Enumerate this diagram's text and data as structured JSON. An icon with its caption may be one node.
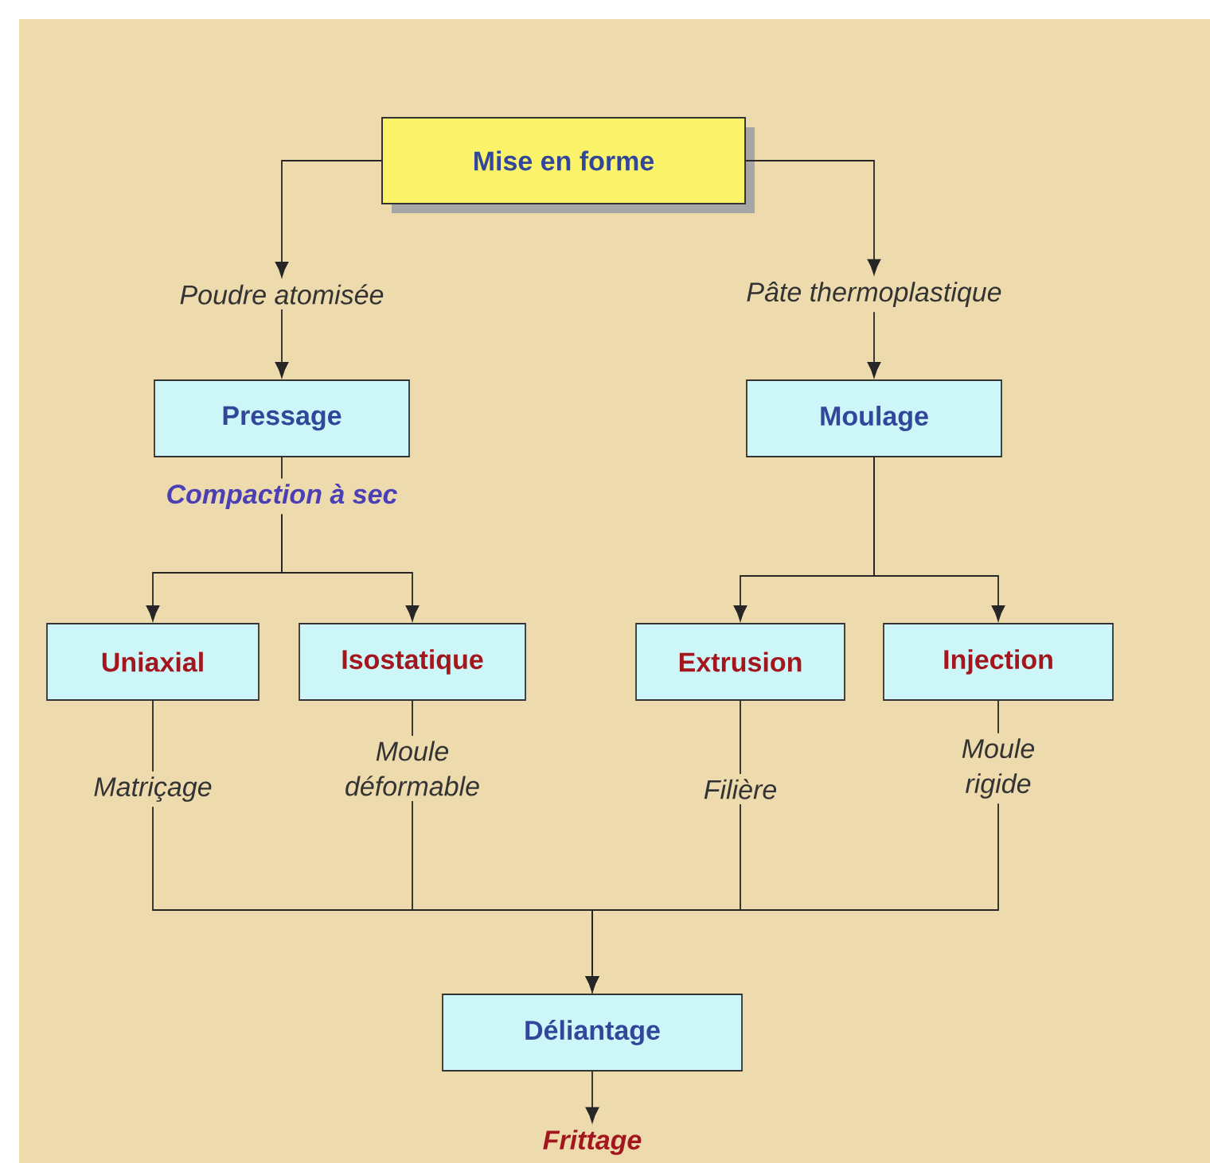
{
  "diagram": {
    "nodes": [
      {
        "text": [
          "Mise en forme"
        ]
      },
      {
        "text": [
          "Poudre atomisée"
        ]
      },
      {
        "text": [
          "Pâte thermoplastique"
        ]
      },
      {
        "text": [
          "Pressage"
        ]
      },
      {
        "text": [
          "Moulage"
        ]
      },
      {
        "text": [
          "Compaction à sec"
        ]
      },
      {
        "text": [
          "Uniaxial"
        ]
      },
      {
        "text": [
          "Isostatique"
        ]
      },
      {
        "text": [
          "Extrusion"
        ]
      },
      {
        "text": [
          "Injection"
        ]
      },
      {
        "text": [
          "Matriçage"
        ]
      },
      {
        "text": [
          "Moule déformable"
        ]
      },
      {
        "text": [
          "Filière"
        ]
      },
      {
        "text": [
          "Moule rigide"
        ]
      },
      {
        "text": [
          "Déliantage"
        ]
      },
      {
        "text": [
          "Frittage"
        ]
      }
    ],
    "edges": [
      {
        "from": 0,
        "to": 1,
        "arrow": "to"
      },
      {
        "from": 0,
        "to": 2,
        "arrow": "to"
      },
      {
        "from": 1,
        "to": 3,
        "arrow": "to"
      },
      {
        "from": 2,
        "to": 4,
        "arrow": "to"
      },
      {
        "from": 3,
        "to": 5,
        "arrow": "none"
      },
      {
        "from": 5,
        "to": 6,
        "arrow": "to"
      },
      {
        "from": 5,
        "to": 7,
        "arrow": "to"
      },
      {
        "from": 4,
        "to": 8,
        "arrow": "to"
      },
      {
        "from": 4,
        "to": 9,
        "arrow": "to"
      },
      {
        "from": 6,
        "to": 10,
        "arrow": "none"
      },
      {
        "from": 7,
        "to": 11,
        "arrow": "none"
      },
      {
        "from": 8,
        "to": 12,
        "arrow": "none"
      },
      {
        "from": 9,
        "to": 13,
        "arrow": "none"
      },
      {
        "from": 10,
        "to": 14,
        "arrow": "to"
      },
      {
        "from": 11,
        "to": 14,
        "arrow": "to"
      },
      {
        "from": 12,
        "to": 14,
        "arrow": "to"
      },
      {
        "from": 13,
        "to": 14,
        "arrow": "to"
      },
      {
        "from": 14,
        "to": 15,
        "arrow": "to"
      }
    ]
  }
}
